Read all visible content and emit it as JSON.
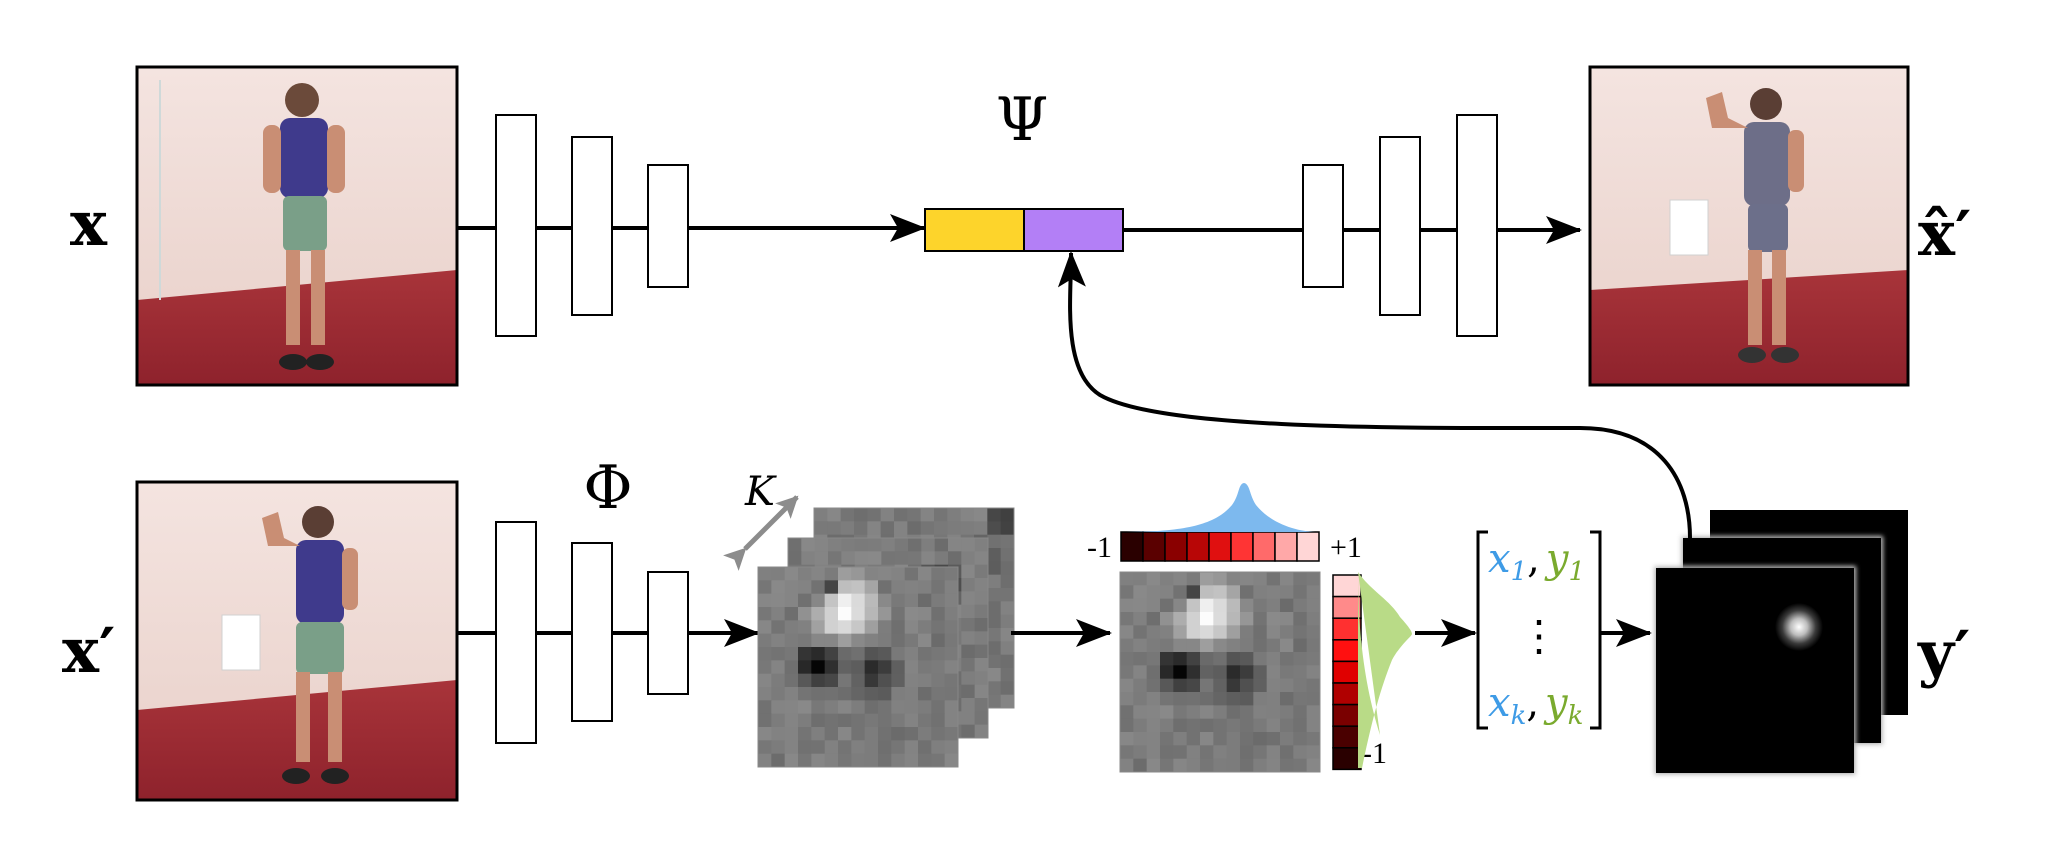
{
  "labels": {
    "input_x": "x",
    "input_x_prime": "x′",
    "output_x_hat_prime": "x̂′",
    "output_y_prime": "y′",
    "psi": "Ψ",
    "phi": "Φ",
    "K": "K",
    "scale_left_min": "-1",
    "scale_left_max": "+1",
    "scale_right_min": "-1",
    "coord_first_x": "x",
    "coord_first_x_sub": "1",
    "coord_first_y": "y",
    "coord_first_y_sub": "1",
    "coord_last_x": "x",
    "coord_last_x_sub": "k",
    "coord_last_y": "y",
    "coord_last_y_sub": "k",
    "comma": ",",
    "vdots": "⋮"
  },
  "colors": {
    "embedding_a": "#FDD42B",
    "embedding_b": "#B37FF6",
    "softmax_curve": "#7DB9EE",
    "gaussian_curve": "#B9DB87",
    "coord_x": "#3E9BE6",
    "coord_y": "#7AAA2E",
    "scale_red_dark": "#3A0000",
    "scale_red_bright": "#FF1010",
    "scale_red_light": "#FFD6D6"
  },
  "icons": {
    "photo_top": "person-photo",
    "photo_bottom": "person-photo",
    "reconstruction": "person-photo",
    "heatmap_output": "gaussian-heatmap"
  }
}
